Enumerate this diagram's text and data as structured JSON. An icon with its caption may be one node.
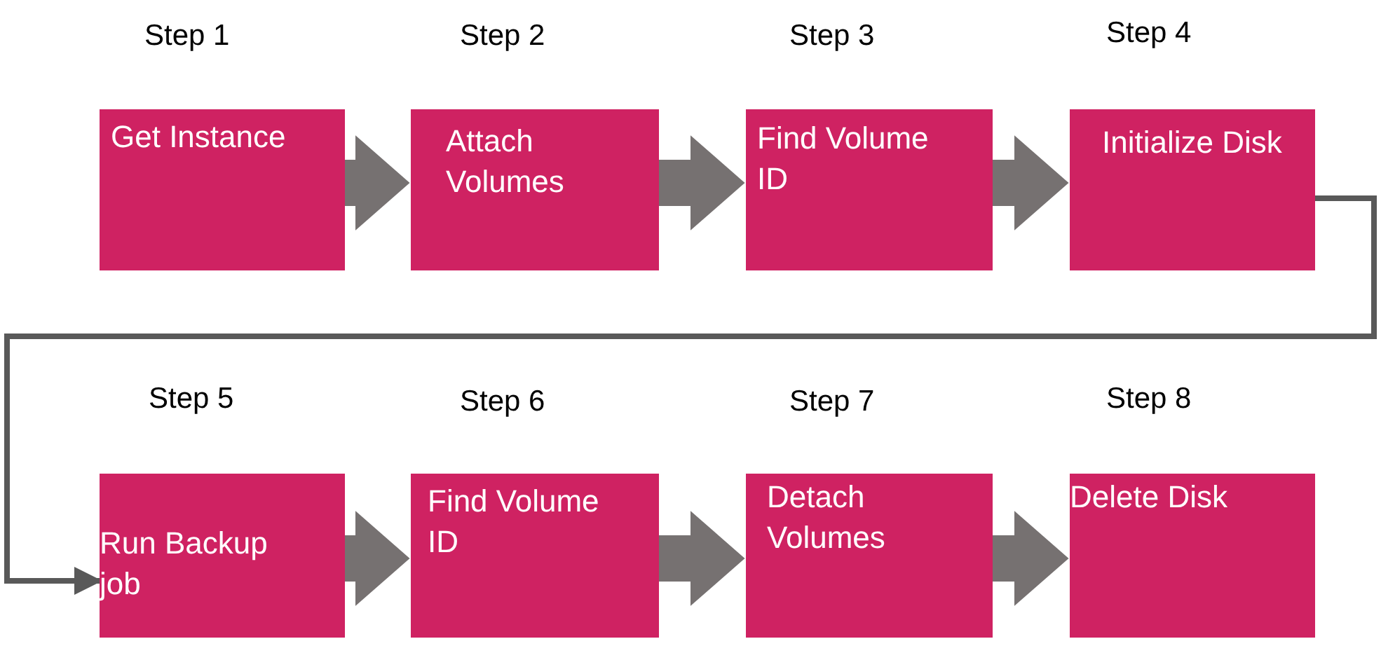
{
  "diagram": {
    "nodes": [
      {
        "text": [
          "Get Instance"
        ],
        "beside": [
          "Step 1"
        ]
      },
      {
        "text": [
          "Attach Volumes"
        ],
        "beside": [
          "Step 2"
        ]
      },
      {
        "text": [
          "Find Volume ID"
        ],
        "beside": [
          "Step 3"
        ]
      },
      {
        "text": [
          "Initialize Disk"
        ],
        "beside": [
          "Step 4"
        ]
      },
      {
        "text": [
          "Run Backup job"
        ],
        "beside": [
          "Step 5"
        ]
      },
      {
        "text": [
          "Find Volume ID"
        ],
        "beside": [
          "Step 6"
        ]
      },
      {
        "text": [
          "Detach Volumes"
        ],
        "beside": [
          "Step 7"
        ]
      },
      {
        "text": [
          "Delete Disk"
        ],
        "beside": [
          "Step 8"
        ]
      }
    ],
    "edges": [
      {
        "from": 0,
        "to": 1,
        "arrow": "to"
      },
      {
        "from": 1,
        "to": 2,
        "arrow": "to"
      },
      {
        "from": 2,
        "to": 3,
        "arrow": "to"
      },
      {
        "from": 3,
        "to": 4,
        "arrow": "to",
        "color": "#595959"
      },
      {
        "from": 4,
        "to": 5,
        "arrow": "to"
      },
      {
        "from": 5,
        "to": 6,
        "arrow": "to"
      },
      {
        "from": 6,
        "to": 7,
        "arrow": "to"
      }
    ]
  }
}
